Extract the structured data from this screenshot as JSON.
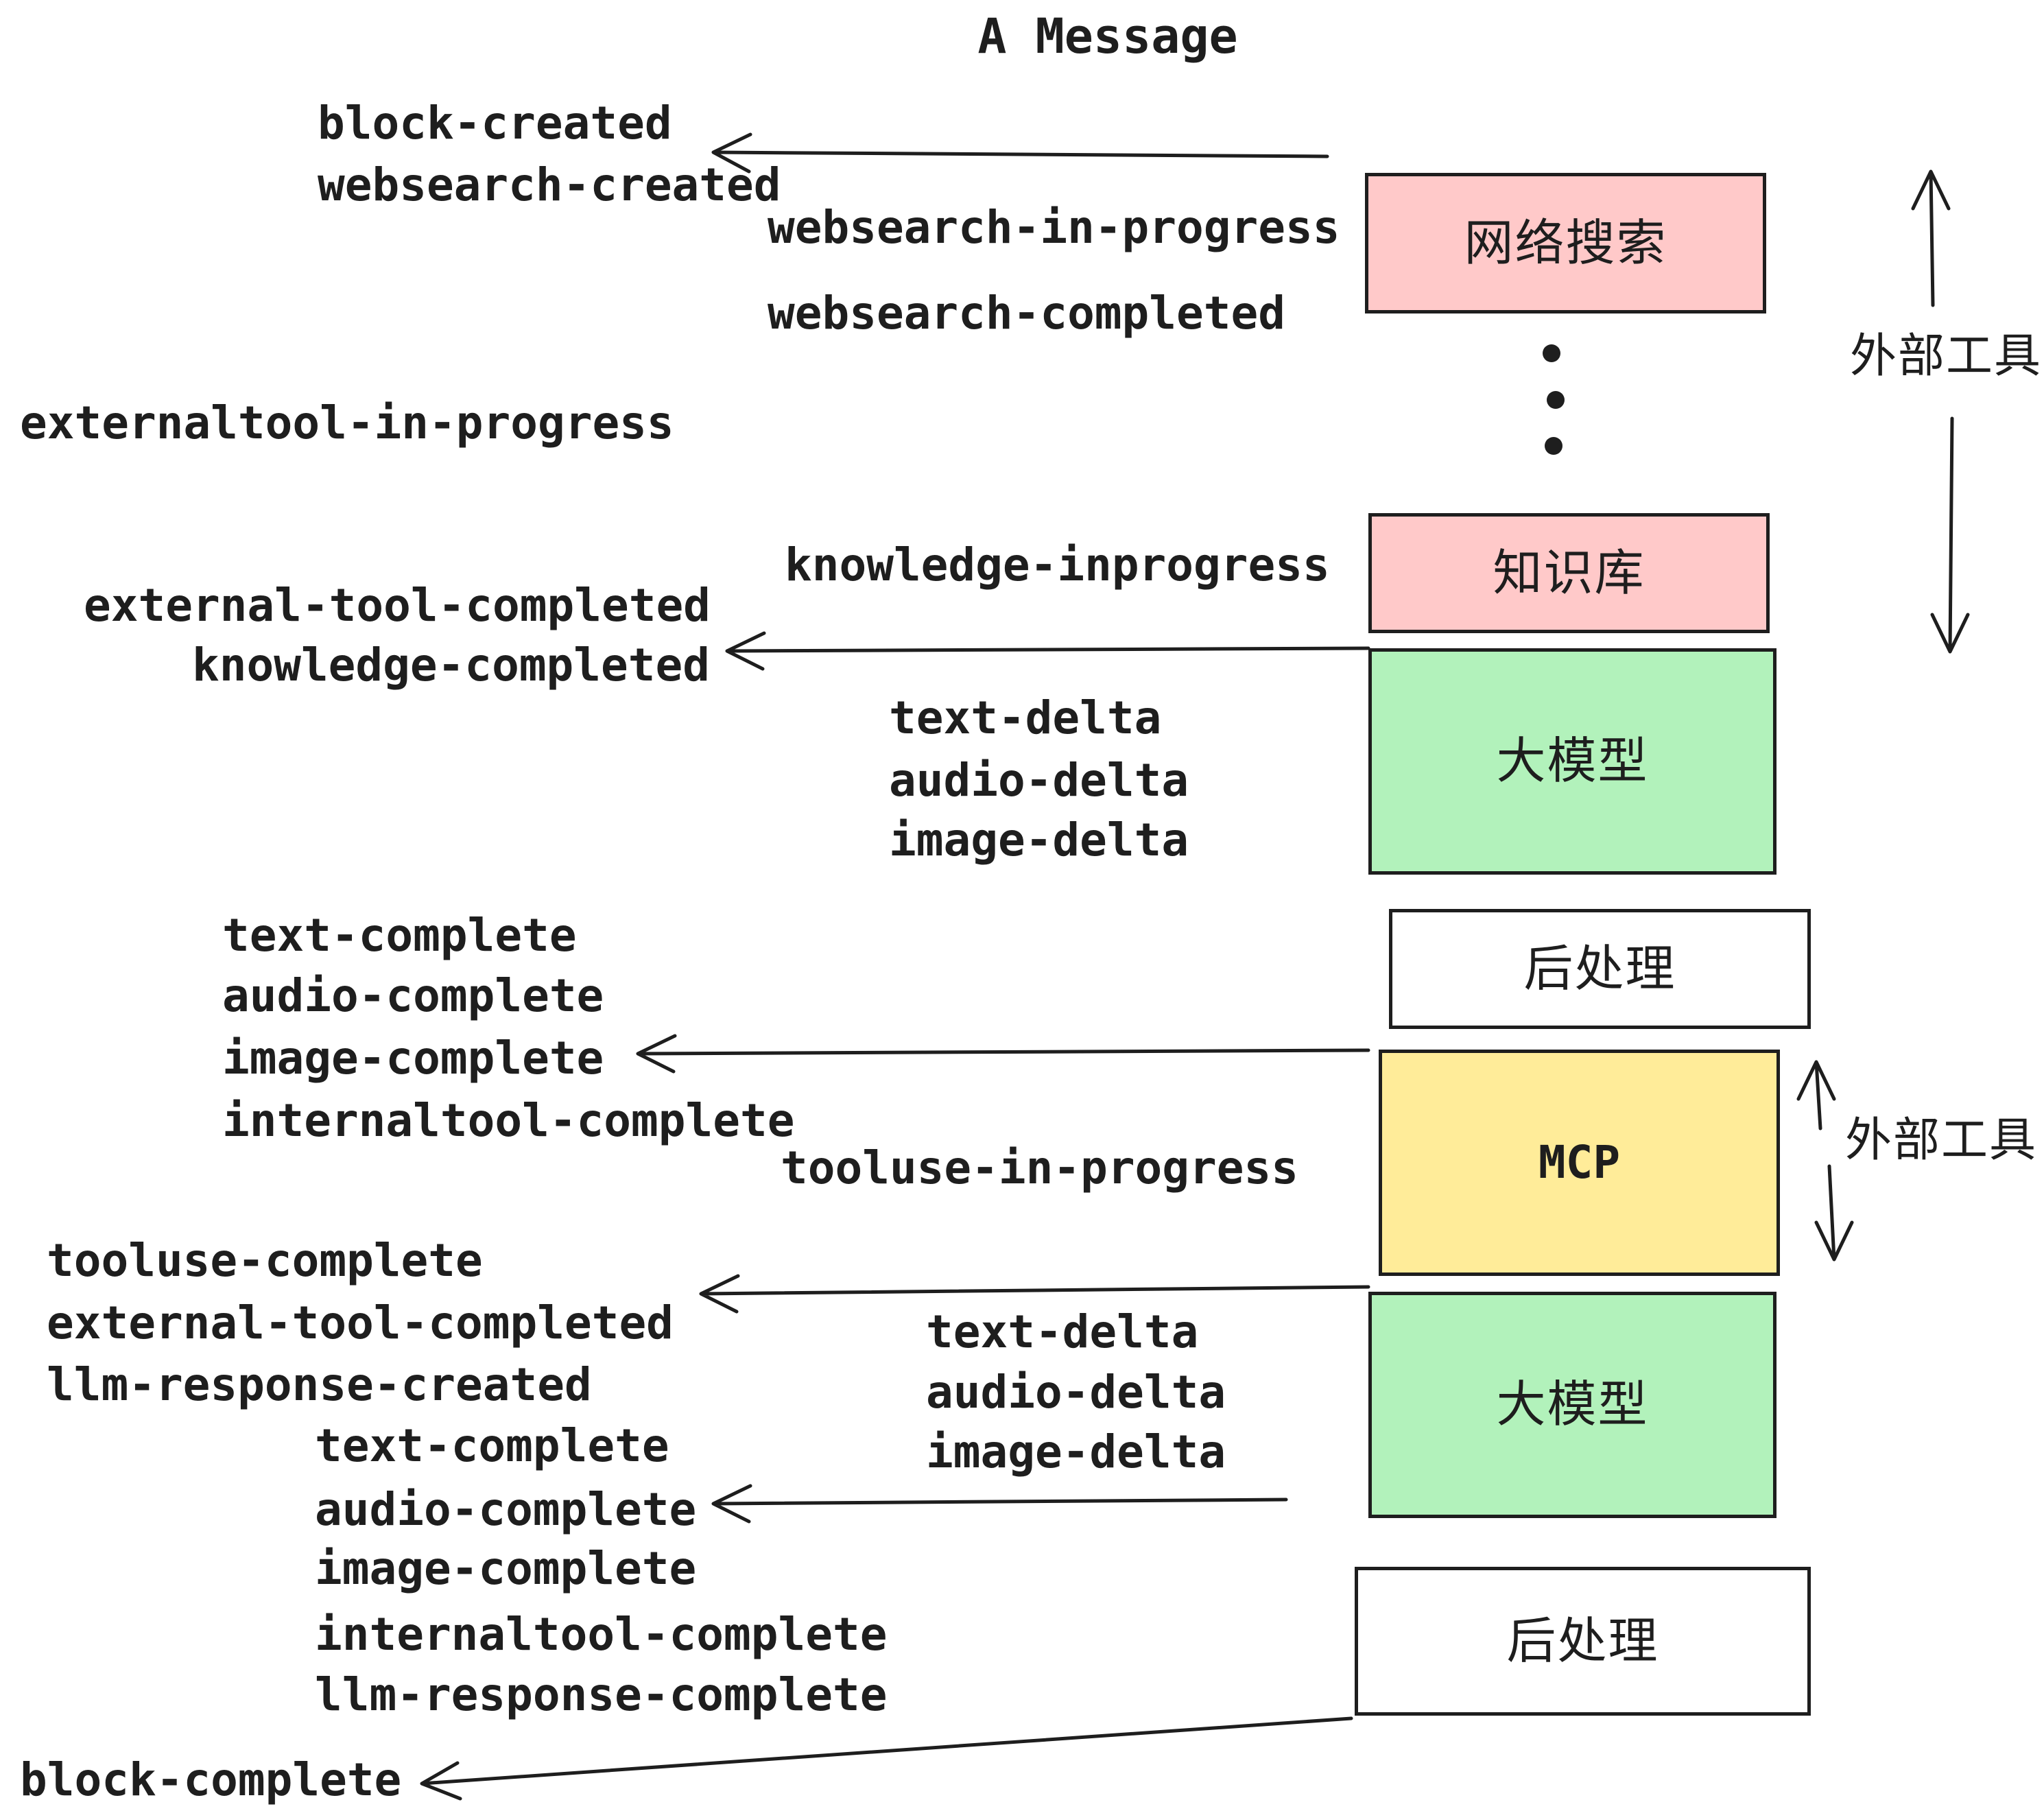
{
  "title": "A Message",
  "events": {
    "block_created": "block-created",
    "websearch_created": "websearch-created",
    "websearch_in_progress": "websearch-in-progress",
    "websearch_completed": "websearch-completed",
    "externaltool_in_progress": "externaltool-in-progress",
    "knowledge_inprogress": "knowledge-inprogress",
    "external_tool_completed": "external-tool-completed",
    "knowledge_completed": "knowledge-completed",
    "text_delta": "text-delta",
    "audio_delta": "audio-delta",
    "image_delta": "image-delta",
    "text_complete": "text-complete",
    "audio_complete": "audio-complete",
    "image_complete": "image-complete",
    "internaltool_complete": "internaltool-complete",
    "tooluse_in_progress": "tooluse-in-progress",
    "tooluse_complete": "tooluse-complete",
    "llm_response_created": "llm-response-created",
    "llm_response_complete": "llm-response-complete",
    "block_complete": "block-complete"
  },
  "nodes": {
    "web_search": {
      "label": "网络搜索",
      "fill": "#ffc9c9"
    },
    "knowledge_base": {
      "label": "知识库",
      "fill": "#ffc9c9"
    },
    "llm": {
      "label": "大模型",
      "fill": "#b2f2bb"
    },
    "post_process": {
      "label": "后处理",
      "fill": "#ffffff"
    },
    "mcp": {
      "label": "MCP",
      "fill": "#ffec99"
    }
  },
  "annotations": {
    "external_tools": "外部工具"
  },
  "colors": {
    "ink": "#1e1e1e",
    "pink": "#ffc9c9",
    "green": "#b2f2bb",
    "yellow": "#ffec99",
    "white": "#ffffff"
  }
}
